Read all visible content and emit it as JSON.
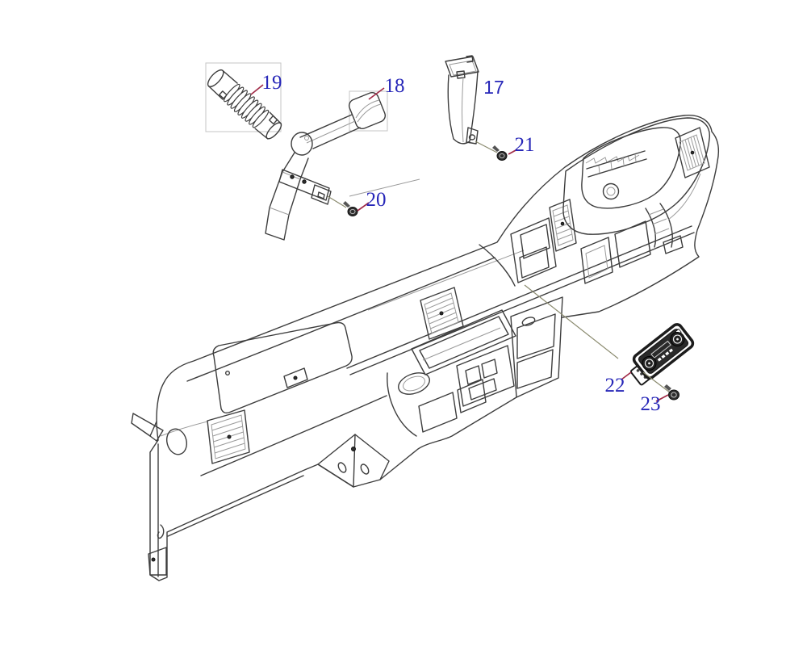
{
  "diagram": {
    "type": "exploded-parts-diagram",
    "subject": "Truck instrument panel (dashboard) assembly with vent ducts, radio and fastening screws",
    "background": "#ffffff",
    "colors": {
      "callout_text": "#2626b8",
      "leader_line": "#a12b47",
      "artwork_line": "#3d3d3d",
      "axis_line": "#8a8a6e",
      "highlight_box": "#c4c4c4"
    },
    "callouts": [
      {
        "number": "17",
        "part": "a-pillar-vent-duct"
      },
      {
        "number": "18",
        "part": "defroster-duct-nozzle"
      },
      {
        "number": "19",
        "part": "flexible-corrugated-hose"
      },
      {
        "number": "20",
        "part": "mounting-screw"
      },
      {
        "number": "21",
        "part": "mounting-screw"
      },
      {
        "number": "22",
        "part": "radio-head-unit"
      },
      {
        "number": "23",
        "part": "mounting-screw"
      }
    ]
  }
}
